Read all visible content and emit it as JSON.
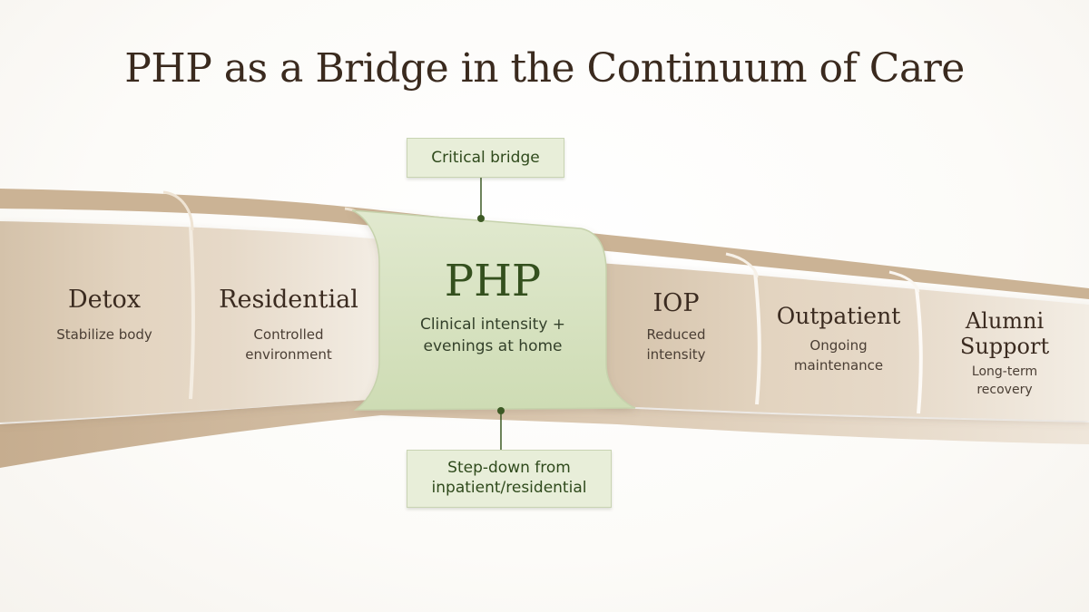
{
  "title": "PHP as a Bridge in the Continuum of Care",
  "stages": [
    {
      "name": "Detox",
      "description": "Stabilize body"
    },
    {
      "name": "Residential",
      "description_line1": "Controlled",
      "description_line2": "environment"
    },
    {
      "name": "PHP",
      "description_line1": "Clinical intensity +",
      "description_line2": "evenings at home"
    },
    {
      "name": "IOP",
      "description_line1": "Reduced",
      "description_line2": "intensity"
    },
    {
      "name": "Outpatient",
      "description_line1": "Ongoing",
      "description_line2": "maintenance"
    },
    {
      "name_line1": "Alumni",
      "name_line2": "Support",
      "description_line1": "Long-term",
      "description_line2": "recovery"
    }
  ],
  "callouts": {
    "top": "Critical bridge",
    "bottom_line1": "Step-down from",
    "bottom_line2": "inpatient/residential"
  },
  "colors": {
    "highlight": "#d9e4c4",
    "accent_text": "#34501e",
    "band_dark": "#c9b59c",
    "band_light": "#f2ece3"
  }
}
